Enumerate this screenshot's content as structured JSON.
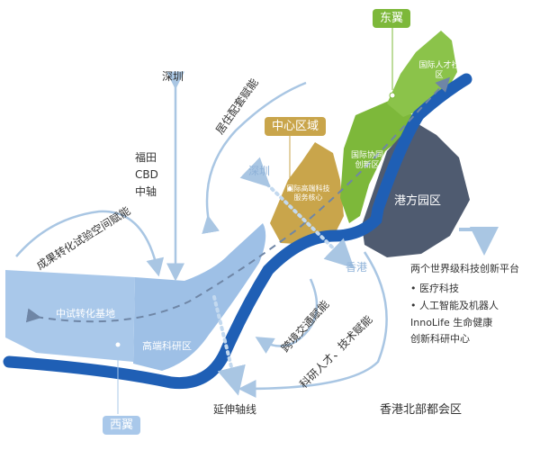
{
  "tags": {
    "east_wing": "东翼",
    "central_zone": "中心区域",
    "west_wing": "西翼"
  },
  "zones": {
    "intl_talent": "国际人才社区",
    "intl_collab": "国际协同创新区",
    "intl_hightech": "国际高端科技服务核心",
    "gangfang": "港方园区",
    "pilot_base": "中试转化基地",
    "research_area": "高端科研区"
  },
  "places": {
    "shenzhen_top": "深圳",
    "futian": "福田",
    "cbd": "CBD",
    "central_axis": "中轴",
    "shenzhen_mid": "深圳",
    "hongkong": "香港",
    "extension_axis": "延伸轴线",
    "northern_metropolis": "香港北部都会区"
  },
  "flows": {
    "residential": "居住配套赋能",
    "achievement": "成果转化试验空间赋能",
    "cross_border": "跨境交通赋能",
    "research_talent": "科研人才、技术赋能"
  },
  "platform": {
    "title": "两个世界级科技创新平台",
    "items": [
      "• 医疗科技",
      "• 人工智能及机器人"
    ],
    "innolife": "InnoLife 生命健康",
    "innolife_sub": "创新科研中心"
  },
  "colors": {
    "green": "#7db83a",
    "tan": "#c9a54b",
    "slate": "#4f5b70",
    "light_blue": "#a9c8ea",
    "river": "#1f5fb5",
    "arrow": "#a9c6e3",
    "text": "#333333"
  }
}
